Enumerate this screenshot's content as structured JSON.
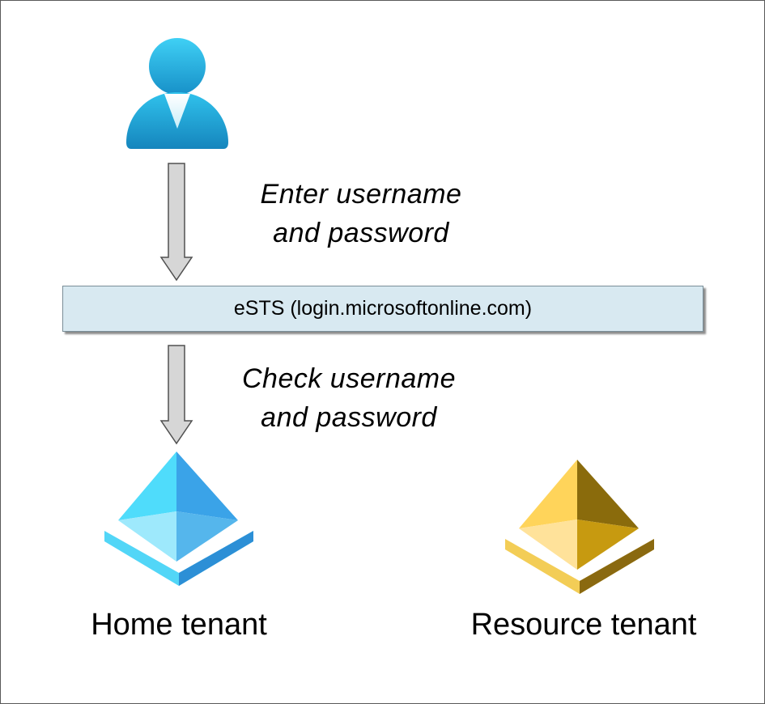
{
  "flow": {
    "step1": {
      "line1": "Enter username",
      "line2": "and password"
    },
    "server": {
      "label": "eSTS (login.microsoftonline.com)"
    },
    "step2": {
      "line1": "Check username",
      "line2": "and password"
    }
  },
  "tenants": {
    "home": {
      "label": "Home tenant",
      "icon": "entra-id-pyramid-icon",
      "color": "#33c3f0"
    },
    "resource": {
      "label": "Resource tenant",
      "icon": "entra-id-pyramid-icon",
      "color": "#e3b62b"
    }
  },
  "user": {
    "icon": "user-icon",
    "color": "#1fa6d9"
  },
  "colors": {
    "server_box": "#d8e9f1",
    "arrow_fill": "#d6d6d6"
  }
}
